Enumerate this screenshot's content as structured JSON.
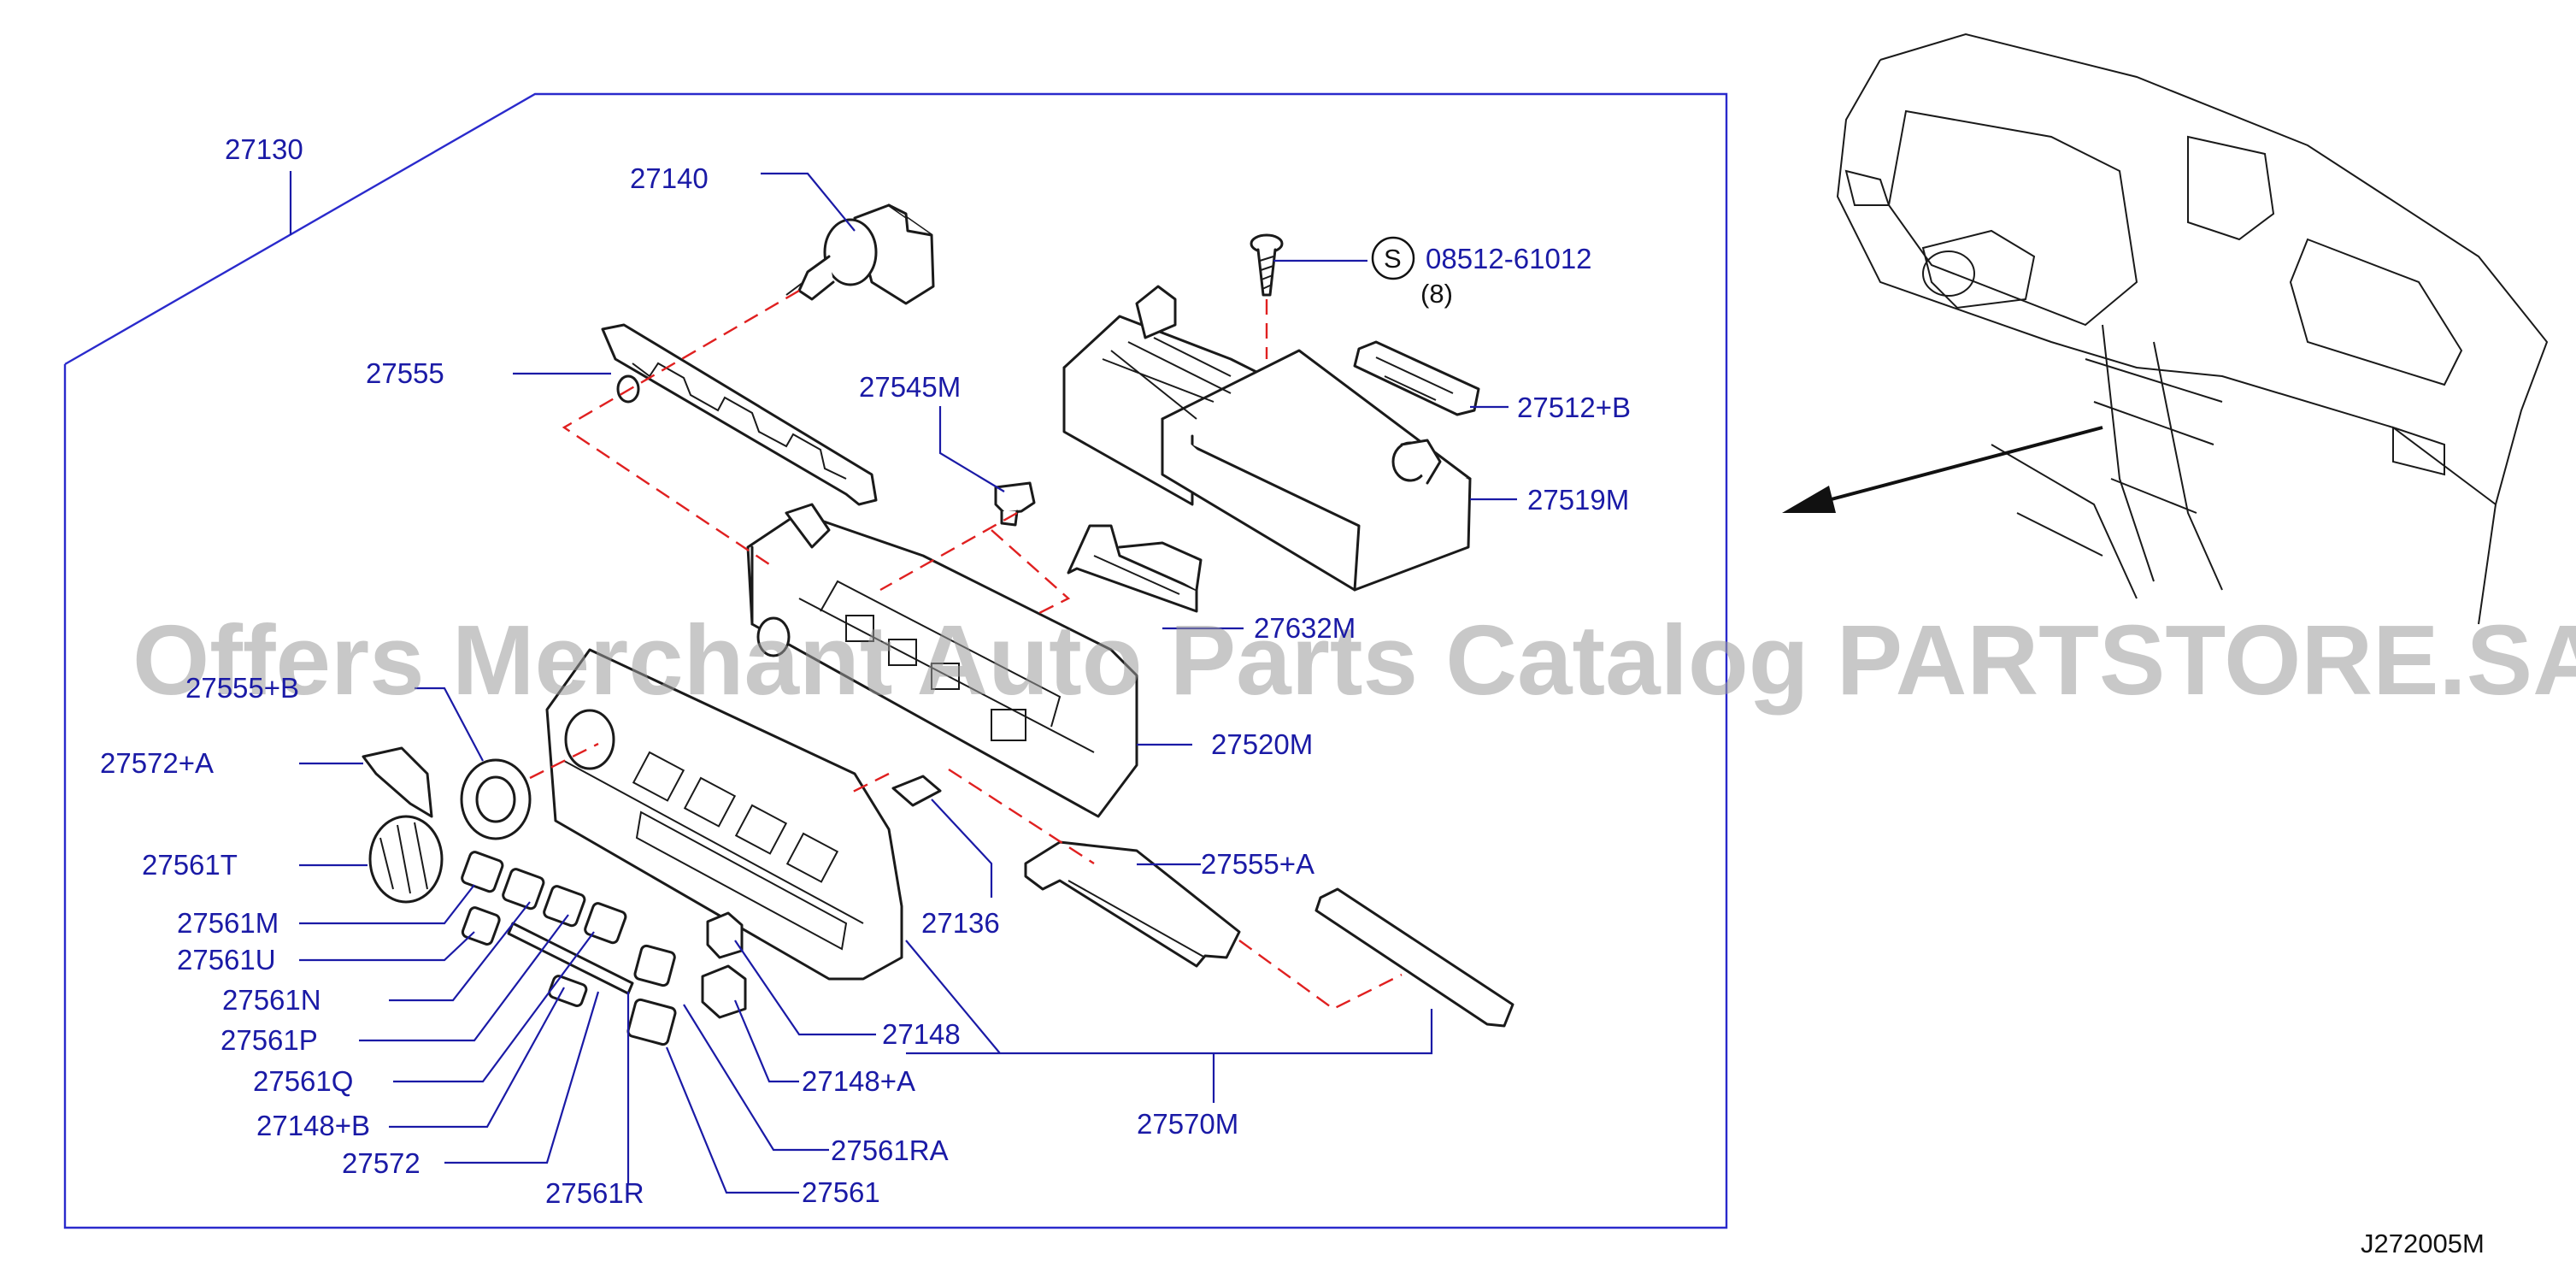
{
  "diagram": {
    "watermark": "Offers Merchant Auto Parts Catalog PARTSTORE.SA",
    "diagram_code": "J272005M",
    "screw": {
      "symbol": "S",
      "part_number": "08512-61012",
      "quantity": "(8)"
    },
    "labels": {
      "p27130": "27130",
      "p27140": "27140",
      "p27555": "27555",
      "p27545M": "27545M",
      "p27512B": "27512+B",
      "p27519M": "27519M",
      "p27632M": "27632M",
      "p27555B": "27555+B",
      "p27572A": "27572+A",
      "p27520M": "27520M",
      "p27561T": "27561T",
      "p27555A": "27555+A",
      "p27561M": "27561M",
      "p27136": "27136",
      "p27561U": "27561U",
      "p27561N": "27561N",
      "p27148": "27148",
      "p27561P": "27561P",
      "p27148A": "27148+A",
      "p27561Q": "27561Q",
      "p27148B": "27148+B",
      "p27570M": "27570M",
      "p27561RA": "27561RA",
      "p27572": "27572",
      "p27561R": "27561R",
      "p27561": "27561"
    }
  }
}
